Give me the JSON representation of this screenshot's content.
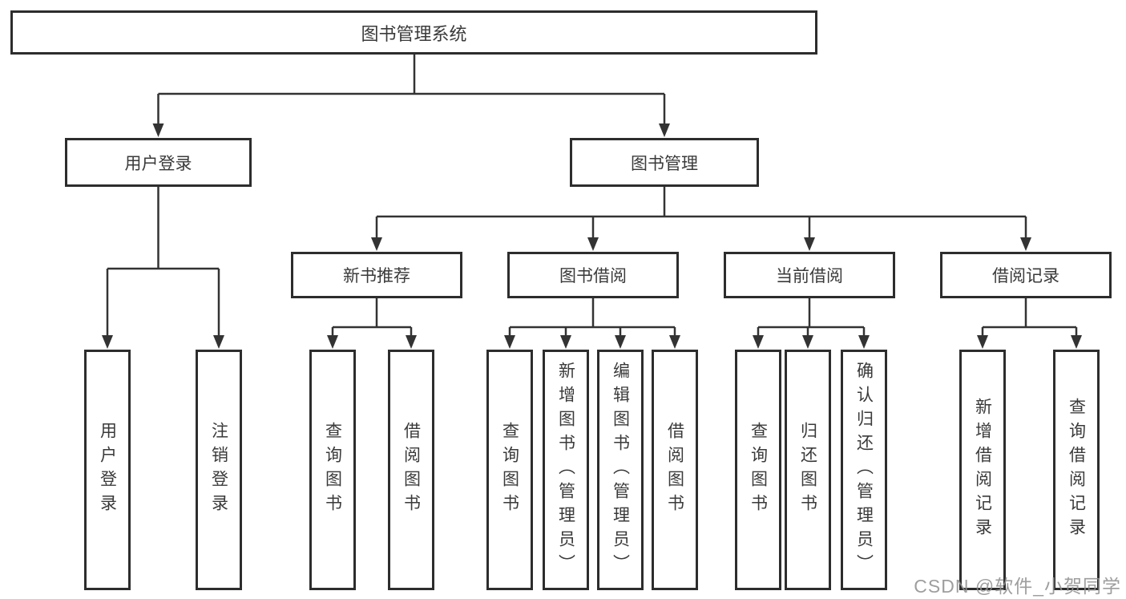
{
  "colors": {
    "line": "#333333",
    "border": "#2d2d2d",
    "text": "#3a3a3a",
    "watermark": "#919191",
    "background": "#ffffff"
  },
  "watermark": {
    "text": "CSDN @软件_小贺同学"
  },
  "tree": {
    "root": {
      "label": "图书管理系统",
      "children": [
        {
          "label": "用户登录",
          "children": [
            {
              "label": "用户登录"
            },
            {
              "label": "注销登录"
            }
          ]
        },
        {
          "label": "图书管理",
          "children": [
            {
              "label": "新书推荐",
              "children": [
                {
                  "label": "查询图书"
                },
                {
                  "label": "借阅图书"
                }
              ]
            },
            {
              "label": "图书借阅",
              "children": [
                {
                  "label": "查询图书"
                },
                {
                  "label": "新增图书（管理员）"
                },
                {
                  "label": "编辑图书（管理员）"
                },
                {
                  "label": "借阅图书"
                }
              ]
            },
            {
              "label": "当前借阅",
              "children": [
                {
                  "label": "查询图书"
                },
                {
                  "label": "归还图书"
                },
                {
                  "label": "确认归还（管理员）"
                }
              ]
            },
            {
              "label": "借阅记录",
              "children": [
                {
                  "label": "新增借阅记录"
                },
                {
                  "label": "查询借阅记录"
                }
              ]
            }
          ]
        }
      ]
    }
  }
}
